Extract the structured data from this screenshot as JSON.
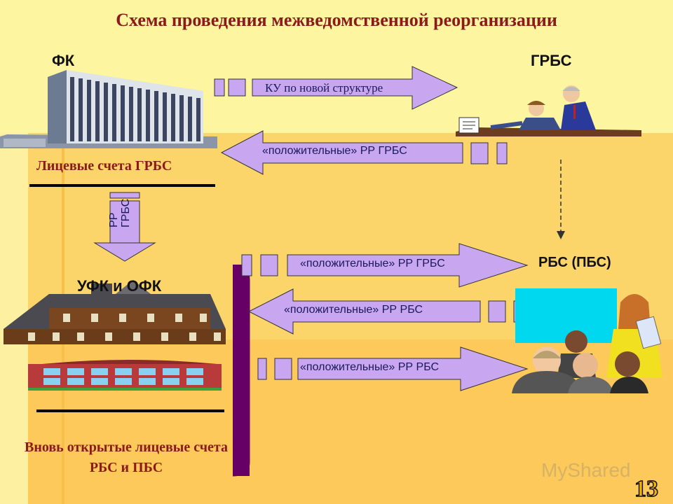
{
  "title": "Схема проведения межведомственной реорганизации",
  "nodes": {
    "fk": "ФК",
    "grbs": "ГРБС",
    "ufk": "УФК и ОФК",
    "rbs": "РБС (ПБС)",
    "accounts_grbs": "Лицевые счета ГРБС",
    "new_accounts": "Вновь открытые лицевые счета РБС и ПБС"
  },
  "arrows": {
    "a1": "КУ по новой структуре",
    "a2": "«положительные» РР ГРБС",
    "a3_line1": "РР",
    "a3_line2": "ГРБС",
    "a4": "«положительные»  РР ГРБС",
    "a5": "«положительные»  РР РБС",
    "a6": "«положительные»  РР РБС"
  },
  "watermark": "MyShared",
  "page_number": "13",
  "colors": {
    "arrow_fill": "#c9a6f0",
    "title": "#8b1a1a",
    "bracket": "#660066"
  }
}
